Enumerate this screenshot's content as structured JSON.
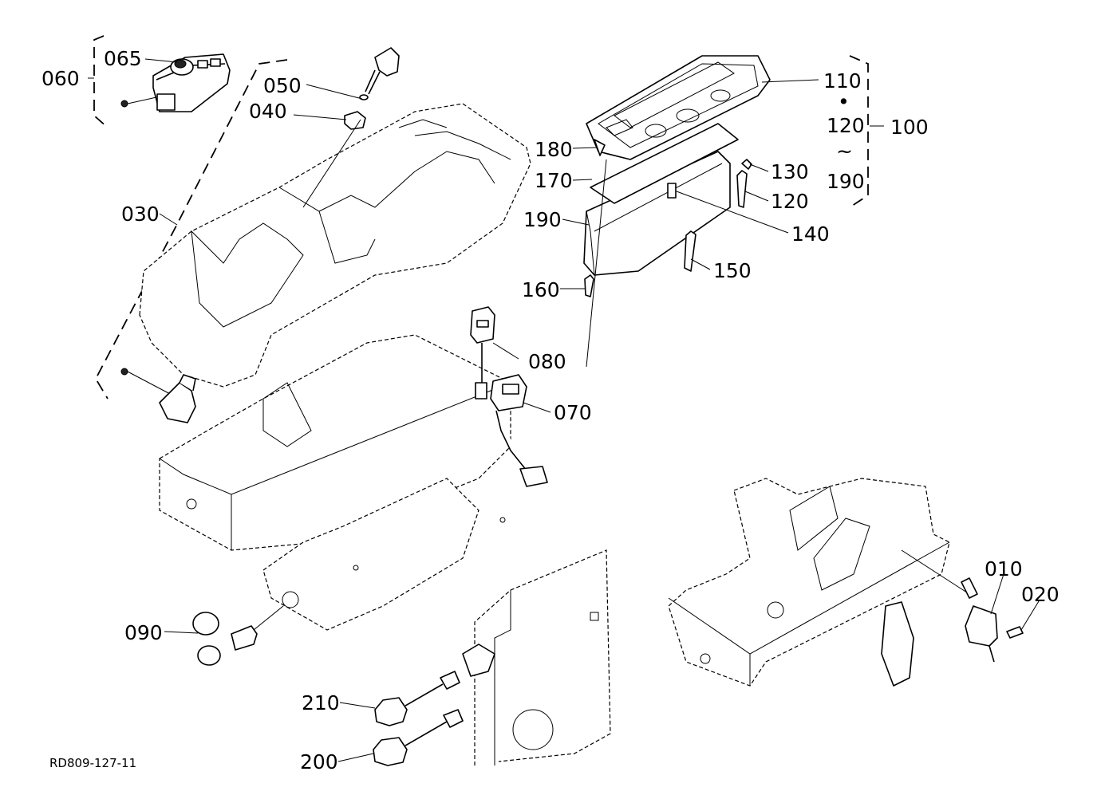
{
  "drawing_code": "RD809-127-11",
  "callouts": {
    "p010": "010",
    "p020": "020",
    "p030": "030",
    "p040": "040",
    "p050": "050",
    "p060": "060",
    "p065": "065",
    "p070": "070",
    "p080": "080",
    "p090": "090",
    "p100": "100",
    "p110": "110",
    "p120a": "120",
    "p120b": "120",
    "p130": "130",
    "p140": "140",
    "p150": "150",
    "p160": "160",
    "p170": "170",
    "p180": "180",
    "p190a": "190",
    "p190b": "190",
    "p200": "200",
    "p210": "210"
  },
  "group_100_connectors": {
    "dot": "•",
    "tilde": "~"
  }
}
